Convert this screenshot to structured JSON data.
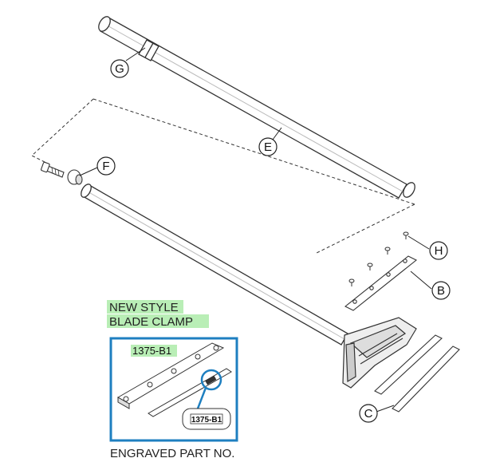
{
  "callouts": {
    "g": "G",
    "e": "E",
    "f": "F",
    "h": "H",
    "b": "B",
    "c": "C"
  },
  "inset": {
    "heading_line1": "NEW STYLE",
    "heading_line2": "BLADE CLAMP",
    "part_label": "1375-B1",
    "engraved_text": "1375-B1",
    "caption": "ENGRAVED PART NO."
  },
  "colors": {
    "inset_border": "#1e7fc0",
    "highlight": "#7fe07a",
    "line": "#222222"
  }
}
